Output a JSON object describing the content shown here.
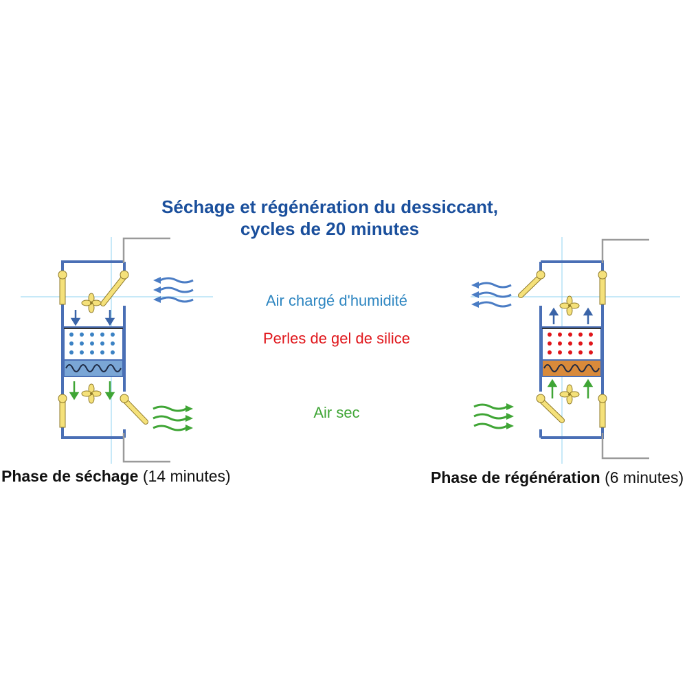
{
  "title": {
    "line1": "Séchage et régénération du dessiccant,",
    "line2": "cycles de 20 minutes"
  },
  "legend": {
    "humid_air": "Air chargé d'humidité",
    "silica_beads": "Perles de gel de silice",
    "dry_air": "Air sec"
  },
  "phases": {
    "drying": {
      "name": "Phase de séchage",
      "duration": "(14 minutes)"
    },
    "regeneration": {
      "name": "Phase de régénération",
      "duration": "(6 minutes)"
    }
  },
  "colors": {
    "title": "#1a4f9c",
    "humid_air": "#2e86c1",
    "silica_beads": "#e0161b",
    "dry_air": "#3fa535",
    "frame": "#4a6fb5",
    "valve": "#f5e17a",
    "heater_drying": "#7aa6d6",
    "heater_regeneration": "#d98a3a"
  }
}
